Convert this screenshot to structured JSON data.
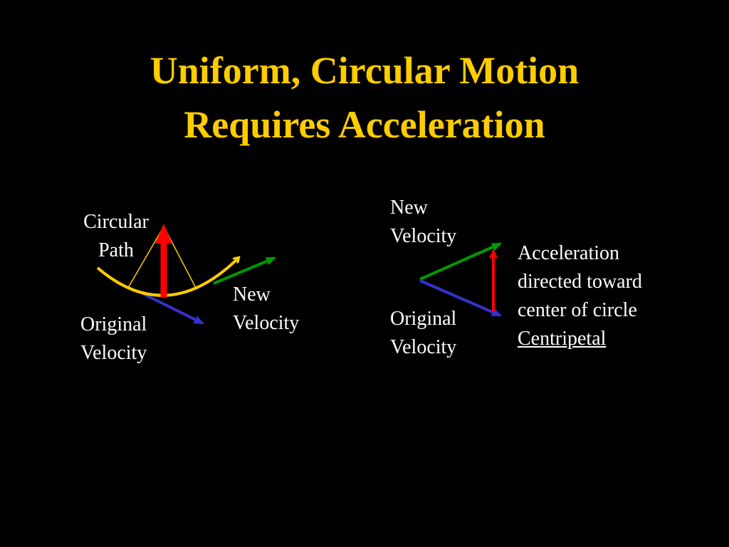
{
  "title": {
    "line1": "Uniform, Circular Motion",
    "line2": "Requires Acceleration"
  },
  "colors": {
    "background": "#000000",
    "title": "#FFCC00",
    "text": "#FFFFFF",
    "circular_path": "#FFCC00",
    "original_velocity": "#3333CC",
    "new_velocity": "#009900",
    "acceleration": "#FF0000"
  },
  "left_diagram": {
    "circular_path_label": [
      "Circular",
      "Path"
    ],
    "new_velocity_label": [
      "New",
      "Velocity"
    ],
    "original_velocity_label": [
      "Original",
      "Velocity"
    ]
  },
  "right_diagram": {
    "new_velocity_label": [
      "New",
      "Velocity"
    ],
    "original_velocity_label": [
      "Original",
      "Velocity"
    ],
    "acceleration_text": [
      "Acceleration",
      "directed toward",
      "center of circle"
    ],
    "centripetal_label": "Centripetal"
  }
}
